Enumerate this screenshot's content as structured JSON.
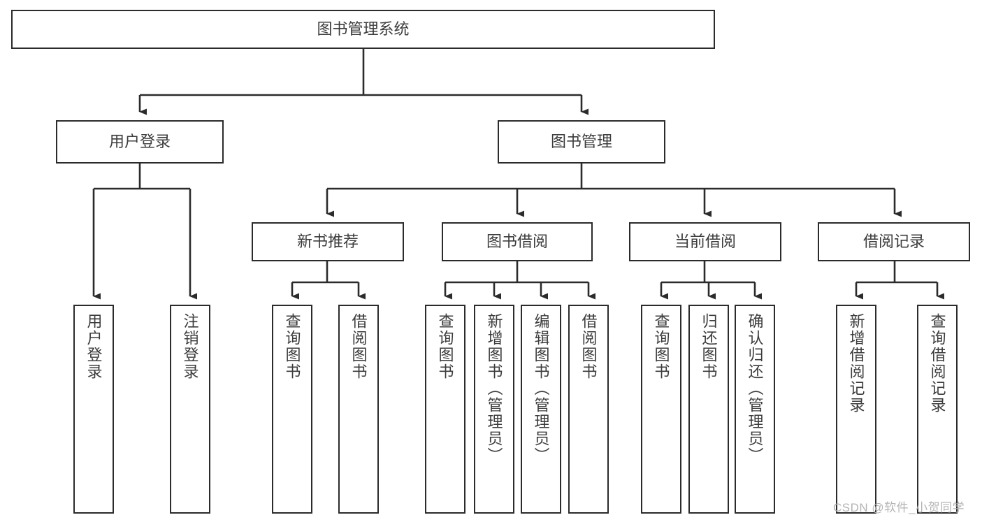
{
  "diagram": {
    "type": "tree",
    "title": "图书管理系统",
    "watermark": "CSDN @软件_小贺同学",
    "colors": {
      "border": "#2b2b2b",
      "text": "#3c3c3c",
      "background": "#ffffff",
      "watermark": "#b4b4b4"
    },
    "nodes": {
      "root": {
        "label": "图书管理系统"
      },
      "level2": [
        {
          "id": "user-login",
          "label": "用户登录"
        },
        {
          "id": "book-manage",
          "label": "图书管理"
        }
      ],
      "level3": [
        {
          "id": "new-book-recommend",
          "label": "新书推荐"
        },
        {
          "id": "book-borrow",
          "label": "图书借阅"
        },
        {
          "id": "current-borrow",
          "label": "当前借阅"
        },
        {
          "id": "borrow-record",
          "label": "借阅记录"
        }
      ],
      "leaves": {
        "user_login": [
          {
            "id": "leaf-user-login",
            "label": "用户登录"
          },
          {
            "id": "leaf-logout-login",
            "label": "注销登录"
          }
        ],
        "new_book_recommend": [
          {
            "id": "leaf-query-book-1",
            "label": "查询图书"
          },
          {
            "id": "leaf-borrow-book-1",
            "label": "借阅图书"
          }
        ],
        "book_borrow": [
          {
            "id": "leaf-query-book-2",
            "label": "查询图书"
          },
          {
            "id": "leaf-add-book-admin",
            "label": "新增图书（管理员）"
          },
          {
            "id": "leaf-edit-book-admin",
            "label": "编辑图书（管理员）"
          },
          {
            "id": "leaf-borrow-book-2",
            "label": "借阅图书"
          }
        ],
        "current_borrow": [
          {
            "id": "leaf-query-book-3",
            "label": "查询图书"
          },
          {
            "id": "leaf-return-book",
            "label": "归还图书"
          },
          {
            "id": "leaf-confirm-return-admin",
            "label": "确认归还（管理员）"
          }
        ],
        "borrow_record": [
          {
            "id": "leaf-add-borrow-record",
            "label": "新增借阅记录"
          },
          {
            "id": "leaf-query-borrow-record",
            "label": "查询借阅记录"
          }
        ]
      }
    }
  }
}
